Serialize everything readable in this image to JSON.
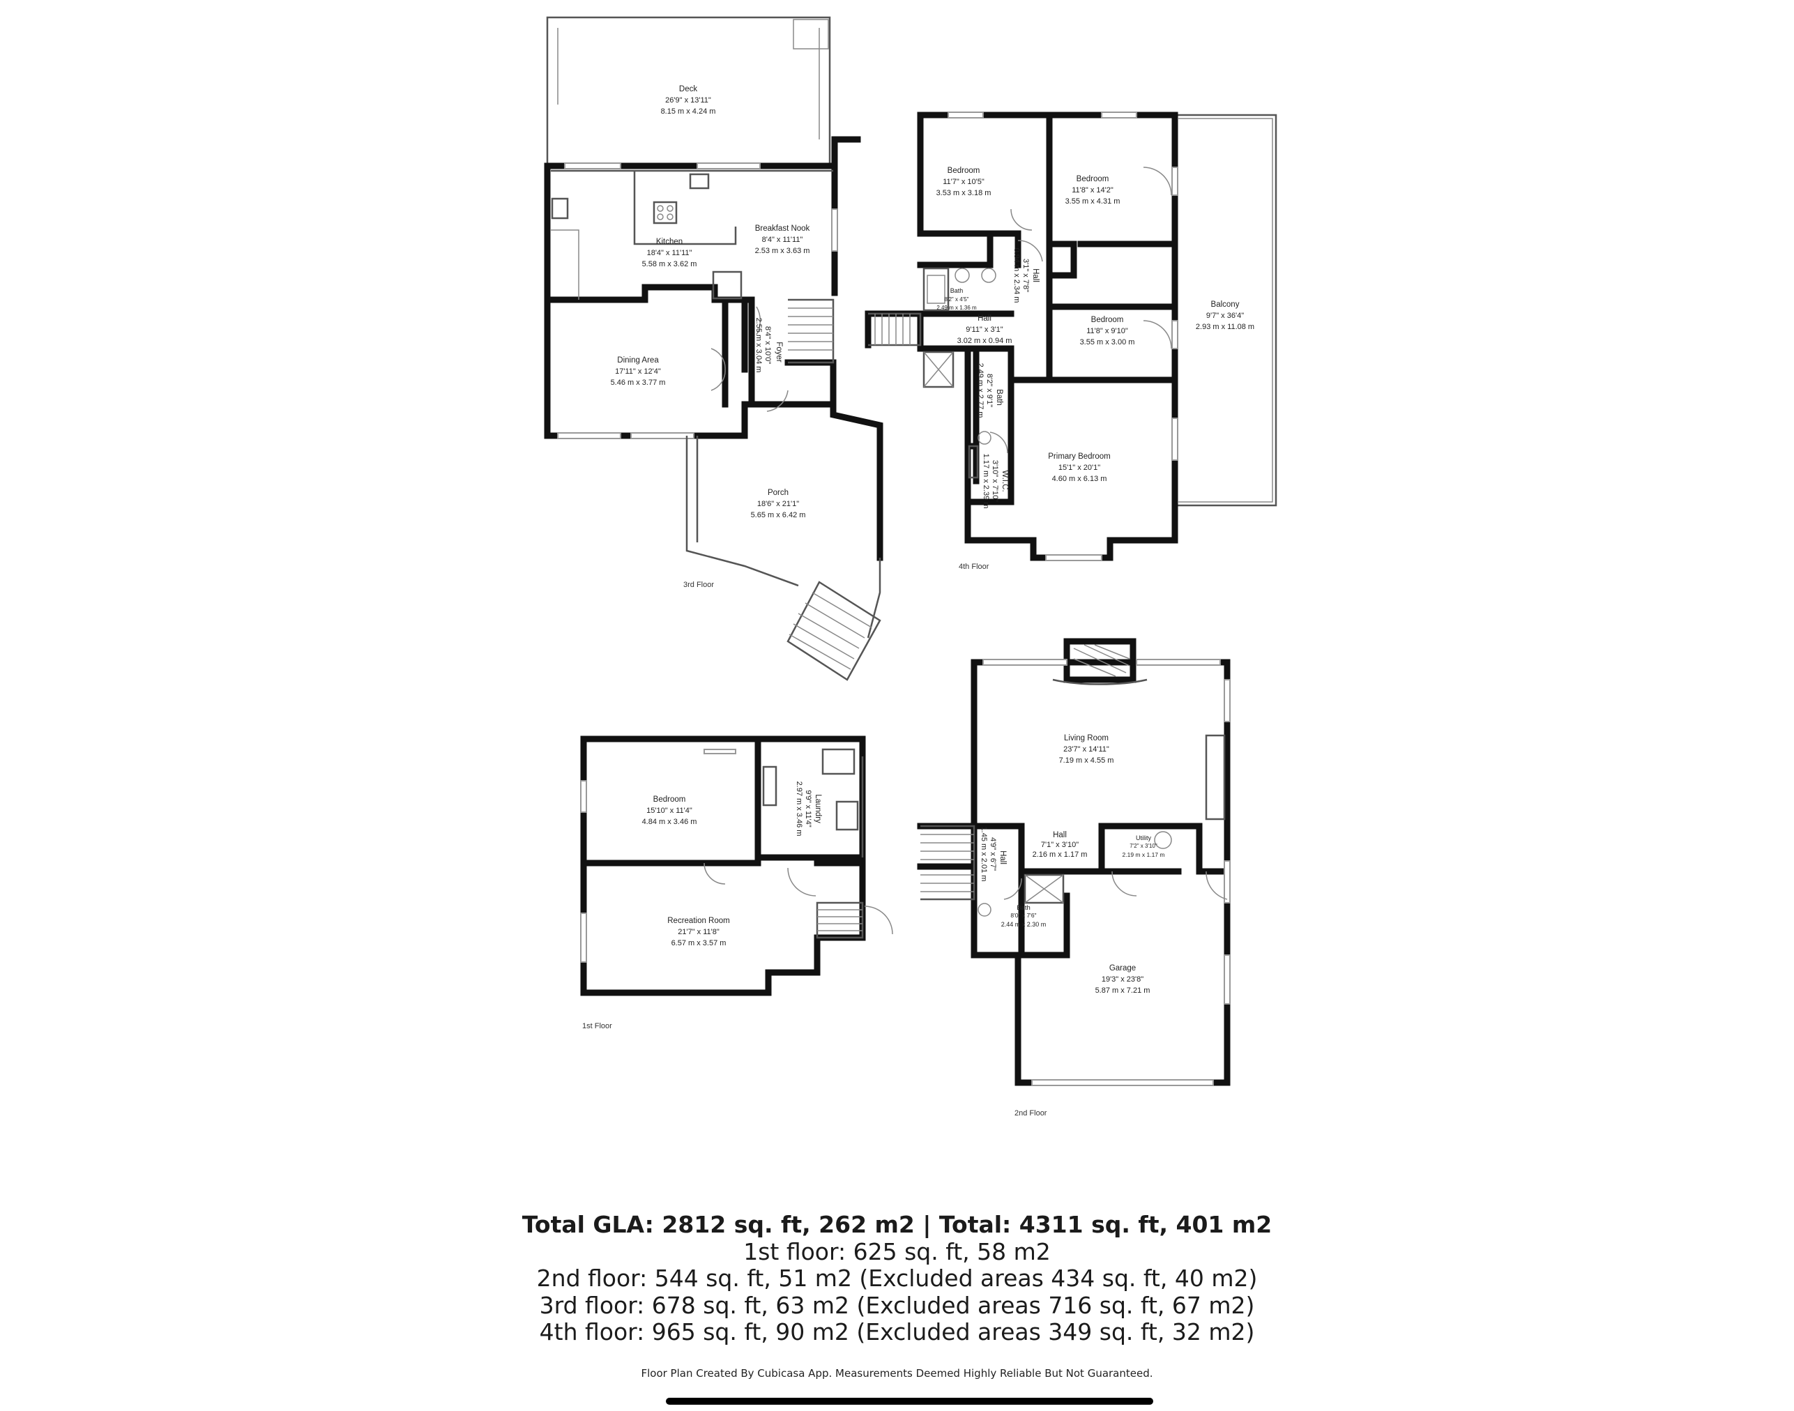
{
  "floors": {
    "third": {
      "label": "3rd Floor",
      "rooms": [
        {
          "name": "Deck",
          "imperial": "26'9\" x 13'11\"",
          "metric": "8.15 m x 4.24 m"
        },
        {
          "name": "Kitchen",
          "imperial": "18'4\" x 11'11\"",
          "metric": "5.58 m x 3.62 m"
        },
        {
          "name": "Breakfast Nook",
          "imperial": "8'4\" x 11'11\"",
          "metric": "2.53 m x 3.63 m"
        },
        {
          "name": "Dining Area",
          "imperial": "17'11\" x 12'4\"",
          "metric": "5.46 m x 3.77 m"
        },
        {
          "name": "Foyer",
          "imperial": "8'4\" x 10'0\"",
          "metric": "2.55 m x 3.04 m"
        },
        {
          "name": "Porch",
          "imperial": "18'6\" x 21'1\"",
          "metric": "5.65 m x 6.42 m"
        }
      ]
    },
    "fourth": {
      "label": "4th Floor",
      "rooms": [
        {
          "name": "Bedroom",
          "imperial": "11'7\" x 10'5\"",
          "metric": "3.53 m x 3.18 m"
        },
        {
          "name": "Bedroom",
          "imperial": "11'8\" x 14'2\"",
          "metric": "3.55 m x 4.31 m"
        },
        {
          "name": "Hall",
          "imperial": "3'1\" x 7'8\"",
          "metric": "0.94 m x 2.34 m"
        },
        {
          "name": "Bath",
          "imperial": "8'2\" x 4'5\"",
          "metric": "2.49 m x 1.36 m"
        },
        {
          "name": "Hall",
          "imperial": "9'11\" x 3'1\"",
          "metric": "3.02 m x 0.94 m"
        },
        {
          "name": "Bedroom",
          "imperial": "11'8\" x 9'10\"",
          "metric": "3.55 m x 3.00 m"
        },
        {
          "name": "Balcony",
          "imperial": "9'7\" x 36'4\"",
          "metric": "2.93 m x 11.08 m"
        },
        {
          "name": "Bath",
          "imperial": "8'2\" x 9'1\"",
          "metric": "2.49 m x 2.77 m"
        },
        {
          "name": "W.I.C.",
          "imperial": "3'10\" x 7'10\"",
          "metric": "1.17 m x 2.39 m"
        },
        {
          "name": "Primary Bedroom",
          "imperial": "15'1\" x 20'1\"",
          "metric": "4.60 m x 6.13 m"
        }
      ]
    },
    "first": {
      "label": "1st Floor",
      "rooms": [
        {
          "name": "Bedroom",
          "imperial": "15'10\" x 11'4\"",
          "metric": "4.84 m x 3.46 m"
        },
        {
          "name": "Laundry",
          "imperial": "9'9\" x 11'4\"",
          "metric": "2.97 m x 3.46 m"
        },
        {
          "name": "Recreation Room",
          "imperial": "21'7\" x 11'8\"",
          "metric": "6.57 m x 3.57 m"
        }
      ]
    },
    "second": {
      "label": "2nd Floor",
      "rooms": [
        {
          "name": "Living Room",
          "imperial": "23'7\" x 14'11\"",
          "metric": "7.19 m x 4.55 m"
        },
        {
          "name": "Hall",
          "imperial": "7'1\" x 3'10\"",
          "metric": "2.16 m x 1.17 m"
        },
        {
          "name": "Utility",
          "imperial": "7'2\" x 3'10\"",
          "metric": "2.19 m x 1.17 m"
        },
        {
          "name": "Hall",
          "imperial": "4'9\" x 6'7\"",
          "metric": "1.45 m x 2.01 m"
        },
        {
          "name": "Bath",
          "imperial": "8'0\" x 7'6\"",
          "metric": "2.44 m x 2.30 m"
        },
        {
          "name": "Garage",
          "imperial": "19'3\" x 23'8\"",
          "metric": "5.87 m x 7.21 m"
        }
      ]
    }
  },
  "summary": {
    "total": "Total GLA: 2812 sq. ft, 262 m2 | Total: 4311 sq. ft, 401 m2",
    "first": "1st floor: 625 sq. ft, 58 m2",
    "second": "2nd floor: 544 sq. ft, 51 m2 (Excluded areas 434 sq. ft, 40 m2)",
    "third": "3rd floor: 678 sq. ft, 63 m2 (Excluded areas 716 sq. ft, 67 m2)",
    "fourth": "4th floor: 965 sq. ft, 90 m2 (Excluded areas 349 sq. ft, 32 m2)"
  },
  "disclaimer": "Floor Plan Created By Cubicasa App. Measurements Deemed Highly Reliable But Not Guaranteed."
}
